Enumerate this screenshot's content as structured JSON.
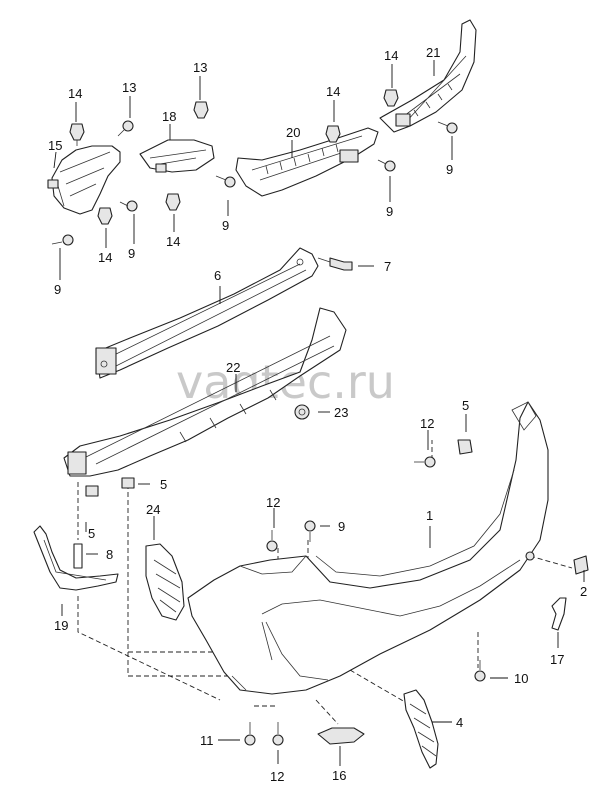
{
  "watermark": "vagtec.ru",
  "callouts": {
    "c1": "1",
    "c2": "2",
    "c4": "4",
    "c5a": "5",
    "c5b": "5",
    "c5c": "5",
    "c6": "6",
    "c7": "7",
    "c8": "8",
    "c9a": "9",
    "c9b": "9",
    "c9c": "9",
    "c9d": "9",
    "c9e": "9",
    "c9f": "9",
    "c10": "10",
    "c11": "11",
    "c12a": "12",
    "c12b": "12",
    "c12c": "12",
    "c13a": "13",
    "c13b": "13",
    "c14a": "14",
    "c14b": "14",
    "c14c": "14",
    "c14d": "14",
    "c14e": "14",
    "c15": "15",
    "c16": "16",
    "c17": "17",
    "c18": "18",
    "c19": "19",
    "c20": "20",
    "c21": "21",
    "c22": "22",
    "c23": "23",
    "c24": "24"
  }
}
